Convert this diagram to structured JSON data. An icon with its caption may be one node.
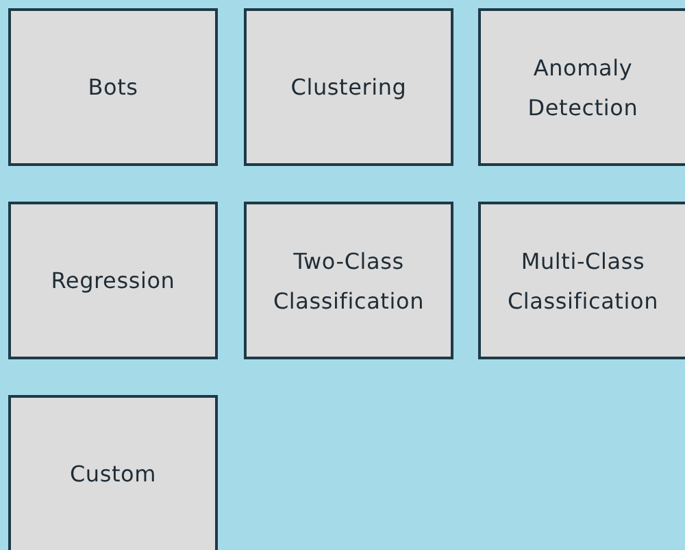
{
  "diagram": {
    "nodes": [
      {
        "text": [
          "Bots"
        ]
      },
      {
        "text": [
          "Clustering"
        ]
      },
      {
        "text": [
          "Anomaly Detection"
        ]
      },
      {
        "text": [
          "Regression"
        ]
      },
      {
        "text": [
          "Two-Class Classification"
        ]
      },
      {
        "text": [
          "Multi-Class Classification"
        ]
      },
      {
        "text": [
          "Custom"
        ]
      }
    ]
  }
}
